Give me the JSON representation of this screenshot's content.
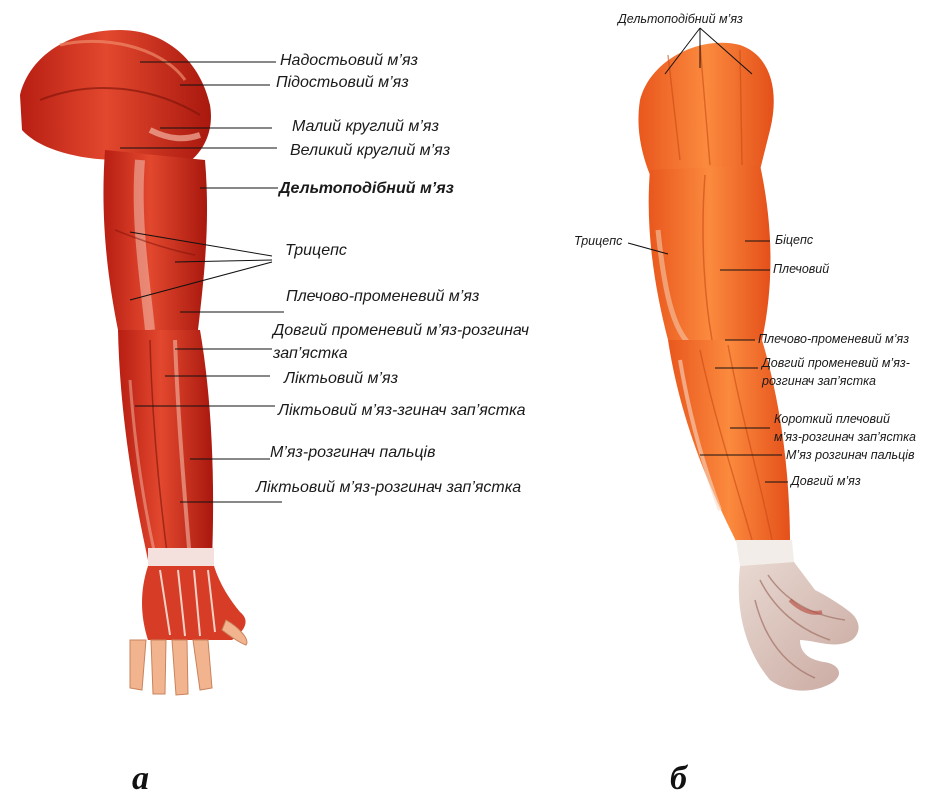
{
  "panels": [
    {
      "letter": "а",
      "labels": [
        "Надостьовий м’яз",
        "Підостьовий м’яз",
        "Малий круглий м’яз",
        "Великий круглий м’яз",
        "Дельтоподібний м’яз",
        "Трицепс",
        "Плечово-променевий м’яз",
        "Довгий променевий м’яз-розгинач",
        "зап’ястка",
        "Ліктьовий м’яз",
        "Ліктьовий м’яз-згинач зап’ястка",
        "М’яз-розгинач пальців",
        "Ліктьовий м’яз-розгинач зап’ястка"
      ]
    },
    {
      "letter": "б",
      "labels": [
        "Дельтоподібний м’яз",
        "Трицепс",
        "Біцепс",
        "Плечовий",
        "Плечово-променевий м’яз",
        "Довгий променевий м’яз-",
        "розгинач зап’ястка",
        "Короткий плечовий",
        "м’яз-розгинач зап’ястка",
        "М’яз розгинач пальців",
        "Довгий м’яз"
      ]
    }
  ]
}
